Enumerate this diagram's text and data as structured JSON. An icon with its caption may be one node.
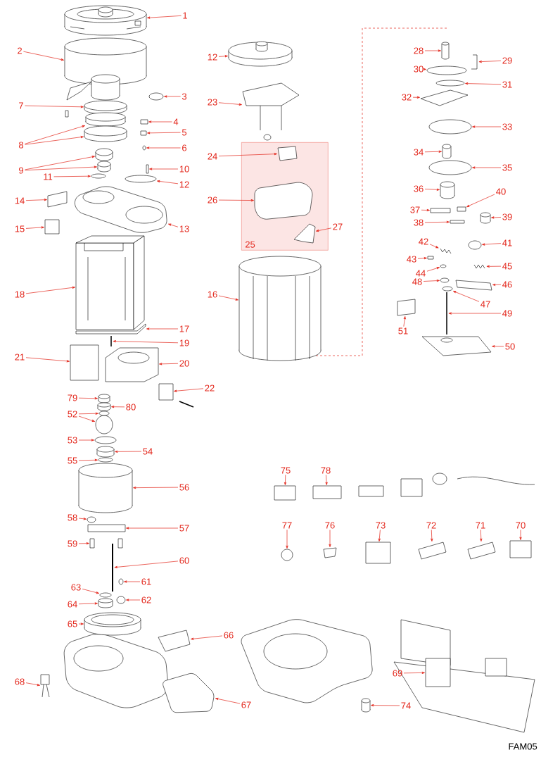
{
  "diagram": {
    "nodes": [
      {
        "text": [
          "1"
        ]
      },
      {
        "text": [
          "2"
        ]
      },
      {
        "text": [
          "3"
        ]
      },
      {
        "text": [
          "7"
        ]
      },
      {
        "text": [
          "4"
        ]
      },
      {
        "text": [
          "5"
        ]
      },
      {
        "text": [
          "8"
        ]
      },
      {
        "text": [
          "6"
        ]
      },
      {
        "text": [
          "9"
        ]
      },
      {
        "text": [
          "10"
        ]
      },
      {
        "text": [
          "11"
        ]
      },
      {
        "text": [
          "12"
        ]
      },
      {
        "text": [
          "14"
        ]
      },
      {
        "text": [
          "15"
        ]
      },
      {
        "text": [
          "13"
        ]
      },
      {
        "text": [
          "18"
        ]
      },
      {
        "text": [
          "17"
        ]
      },
      {
        "text": [
          "19"
        ]
      },
      {
        "text": [
          "21"
        ]
      },
      {
        "text": [
          "20"
        ]
      },
      {
        "text": [
          "22"
        ]
      },
      {
        "text": [
          "79"
        ]
      },
      {
        "text": [
          "80"
        ]
      },
      {
        "text": [
          "52"
        ]
      },
      {
        "text": [
          "53"
        ]
      },
      {
        "text": [
          "55"
        ]
      },
      {
        "text": [
          "54"
        ]
      },
      {
        "text": [
          "56"
        ]
      },
      {
        "text": [
          "58"
        ]
      },
      {
        "text": [
          "57"
        ]
      },
      {
        "text": [
          "59"
        ]
      },
      {
        "text": [
          "60"
        ]
      },
      {
        "text": [
          "61"
        ]
      },
      {
        "text": [
          "63"
        ]
      },
      {
        "text": [
          "62"
        ]
      },
      {
        "text": [
          "64"
        ]
      },
      {
        "text": [
          "65"
        ]
      },
      {
        "text": [
          "66"
        ]
      },
      {
        "text": [
          "68"
        ]
      },
      {
        "text": [
          "67"
        ]
      },
      {
        "text": [
          "12"
        ]
      },
      {
        "text": [
          "23"
        ]
      },
      {
        "text": [
          "25"
        ]
      },
      {
        "text": [
          "24"
        ]
      },
      {
        "text": [
          "26"
        ]
      },
      {
        "text": [
          "27"
        ]
      },
      {
        "text": [
          "16"
        ]
      },
      {
        "text": [
          "28"
        ]
      },
      {
        "text": [
          "29"
        ]
      },
      {
        "text": [
          "30"
        ]
      },
      {
        "text": [
          "31"
        ]
      },
      {
        "text": [
          "32"
        ]
      },
      {
        "text": [
          "33"
        ]
      },
      {
        "text": [
          "34"
        ]
      },
      {
        "text": [
          "35"
        ]
      },
      {
        "text": [
          "36"
        ]
      },
      {
        "text": [
          "40"
        ]
      },
      {
        "text": [
          "37"
        ]
      },
      {
        "text": [
          "39"
        ]
      },
      {
        "text": [
          "38"
        ]
      },
      {
        "text": [
          "42"
        ]
      },
      {
        "text": [
          "41"
        ]
      },
      {
        "text": [
          "43"
        ]
      },
      {
        "text": [
          "45"
        ]
      },
      {
        "text": [
          "44"
        ]
      },
      {
        "text": [
          "48"
        ]
      },
      {
        "text": [
          "46"
        ]
      },
      {
        "text": [
          "47"
        ]
      },
      {
        "text": [
          "49"
        ]
      },
      {
        "text": [
          "51"
        ]
      },
      {
        "text": [
          "50"
        ]
      },
      {
        "text": [
          "75"
        ]
      },
      {
        "text": [
          "78"
        ]
      },
      {
        "text": [
          "77"
        ]
      },
      {
        "text": [
          "76"
        ]
      },
      {
        "text": [
          "73"
        ]
      },
      {
        "text": [
          "72"
        ]
      },
      {
        "text": [
          "71"
        ]
      },
      {
        "text": [
          "70"
        ]
      },
      {
        "text": [
          "69"
        ]
      },
      {
        "text": [
          "74"
        ]
      },
      {
        "text": [],
        "shape": "picture"
      },
      {
        "text": [],
        "shape": "picture"
      },
      {
        "text": [],
        "shape": "circle"
      },
      {
        "text": [],
        "shape": "cylinder"
      },
      {
        "text": [],
        "shape": "box"
      },
      {
        "text": [],
        "shape": "box"
      },
      {
        "text": [],
        "shape": "cylinder"
      },
      {
        "text": [],
        "shape": "cylinder"
      },
      {
        "text": [],
        "shape": "circle"
      },
      {
        "text": [],
        "shape": "cylinder"
      },
      {
        "text": [],
        "shape": "cylinder"
      },
      {
        "text": [],
        "shape": "box"
      },
      {
        "text": [],
        "shape": "circle"
      },
      {
        "text": [],
        "shape": "circle"
      },
      {
        "text": [],
        "shape": "box"
      },
      {
        "text": [],
        "shape": "box"
      },
      {
        "text": [],
        "shape": "picture"
      },
      {
        "text": [],
        "shape": "picture"
      },
      {
        "text": [],
        "shape": "box"
      },
      {
        "text": [],
        "shape": "bar"
      },
      {
        "text": [],
        "shape": "box"
      },
      {
        "text": [],
        "shape": "picture"
      },
      {
        "text": [],
        "shape": "box"
      },
      {
        "text": [],
        "shape": "cylinder"
      },
      {
        "text": [],
        "shape": "cylinder"
      },
      {
        "text": [],
        "shape": "circle"
      },
      {
        "text": [],
        "shape": "circle"
      },
      {
        "text": [],
        "shape": "circle"
      },
      {
        "text": [],
        "shape": "circle"
      },
      {
        "text": [],
        "shape": "cylinder"
      },
      {
        "text": [],
        "shape": "cylinder"
      },
      {
        "text": [],
        "shape": "circle"
      },
      {
        "text": [],
        "shape": "box"
      },
      {
        "text": [],
        "shape": "box"
      },
      {
        "text": [],
        "shape": "bar"
      },
      {
        "text": [],
        "shape": "circle"
      },
      {
        "text": [],
        "shape": "circle"
      },
      {
        "text": [],
        "shape": "circle"
      },
      {
        "text": [],
        "shape": "cylinder"
      },
      {
        "text": [],
        "shape": "picture"
      },
      {
        "text": [],
        "shape": "box"
      },
      {
        "text": [],
        "shape": "picture"
      },
      {
        "text": [],
        "shape": "box"
      },
      {
        "text": [],
        "shape": "picture"
      },
      {
        "text": [],
        "shape": "picture"
      },
      {
        "text": [],
        "shape": "box",
        "in": 42
      },
      {
        "text": [],
        "shape": "box",
        "in": 42
      },
      {
        "text": [],
        "shape": "box",
        "in": 42
      },
      {
        "text": [],
        "shape": "picture"
      },
      {
        "text": [],
        "shape": "cylinder"
      },
      {
        "text": [],
        "shape": "picture"
      },
      {
        "text": [],
        "shape": "circle"
      },
      {
        "text": [],
        "shape": "circle"
      },
      {
        "text": [],
        "shape": "box"
      },
      {
        "text": [],
        "shape": "circle"
      },
      {
        "text": [],
        "shape": "cylinder"
      },
      {
        "text": [],
        "shape": "circle"
      },
      {
        "text": [],
        "shape": "cylinder"
      },
      {
        "text": [],
        "shape": "box"
      },
      {
        "text": [],
        "shape": "box"
      },
      {
        "text": [],
        "shape": "cylinder"
      },
      {
        "text": [],
        "shape": "box"
      },
      {
        "text": [],
        "shape": "picture"
      },
      {
        "text": [],
        "shape": "circle"
      },
      {
        "text": [],
        "shape": "box"
      },
      {
        "text": [],
        "shape": "picture"
      },
      {
        "text": [],
        "shape": "circle"
      },
      {
        "text": [],
        "shape": "circle"
      },
      {
        "text": [],
        "shape": "box"
      },
      {
        "text": [],
        "shape": "circle"
      },
      {
        "text": [],
        "shape": "bar"
      },
      {
        "text": [],
        "shape": "box"
      },
      {
        "text": [],
        "shape": "picture"
      },
      {
        "text": [],
        "shape": "box"
      },
      {
        "text": [],
        "shape": "box"
      },
      {
        "text": [],
        "shape": "circle"
      },
      {
        "text": [],
        "shape": "box"
      },
      {
        "text": [],
        "shape": "box"
      },
      {
        "text": [],
        "shape": "box"
      },
      {
        "text": [],
        "shape": "box"
      },
      {
        "text": [],
        "shape": "box"
      },
      {
        "text": [],
        "shape": "box"
      },
      {
        "text": [],
        "shape": "cylinder"
      }
    ],
    "edges": [
      {
        "from": 0,
        "to": 81,
        "arrow": "to"
      },
      {
        "from": 1,
        "to": 82,
        "arrow": "to"
      },
      {
        "from": 2,
        "to": 83,
        "arrow": "to"
      },
      {
        "from": 3,
        "to": 84,
        "arrow": "to"
      },
      {
        "from": 4,
        "to": 85,
        "arrow": "to"
      },
      {
        "from": 5,
        "to": 86,
        "arrow": "to"
      },
      {
        "from": 6,
        "to": 87,
        "arrow": "to"
      },
      {
        "from": 6,
        "to": 88,
        "arrow": "to"
      },
      {
        "from": 7,
        "to": 89,
        "arrow": "to"
      },
      {
        "from": 8,
        "to": 90,
        "arrow": "to"
      },
      {
        "from": 8,
        "to": 91,
        "arrow": "to"
      },
      {
        "from": 9,
        "to": 92,
        "arrow": "to"
      },
      {
        "from": 10,
        "to": 93,
        "arrow": "to"
      },
      {
        "from": 11,
        "to": 94,
        "arrow": "to"
      },
      {
        "from": 12,
        "to": 95,
        "arrow": "to"
      },
      {
        "from": 13,
        "to": 96,
        "arrow": "to"
      },
      {
        "from": 14,
        "to": 97,
        "arrow": "to"
      },
      {
        "from": 15,
        "to": 98,
        "arrow": "to"
      },
      {
        "from": 16,
        "to": 99,
        "arrow": "to"
      },
      {
        "from": 17,
        "to": 100,
        "arrow": "to"
      },
      {
        "from": 18,
        "to": 101,
        "arrow": "to"
      },
      {
        "from": 19,
        "to": 102,
        "arrow": "to"
      },
      {
        "from": 20,
        "to": 103,
        "arrow": "to"
      },
      {
        "from": 21,
        "to": 104,
        "arrow": "to"
      },
      {
        "from": 22,
        "to": 105,
        "arrow": "to"
      },
      {
        "from": 23,
        "to": 106,
        "arrow": "to"
      },
      {
        "from": 23,
        "to": 107,
        "arrow": "to"
      },
      {
        "from": 24,
        "to": 108,
        "arrow": "to"
      },
      {
        "from": 25,
        "to": 109,
        "arrow": "to"
      },
      {
        "from": 26,
        "to": 110,
        "arrow": "to"
      },
      {
        "from": 27,
        "to": 111,
        "arrow": "to"
      },
      {
        "from": 28,
        "to": 112,
        "arrow": "to"
      },
      {
        "from": 29,
        "to": 113,
        "arrow": "to"
      },
      {
        "from": 30,
        "to": 114,
        "arrow": "to"
      },
      {
        "from": 31,
        "to": 115,
        "arrow": "to"
      },
      {
        "from": 32,
        "to": 116,
        "arrow": "to"
      },
      {
        "from": 33,
        "to": 117,
        "arrow": "to"
      },
      {
        "from": 34,
        "to": 118,
        "arrow": "to"
      },
      {
        "from": 35,
        "to": 119,
        "arrow": "to"
      },
      {
        "from": 36,
        "to": 120,
        "arrow": "to"
      },
      {
        "from": 37,
        "to": 121,
        "arrow": "to"
      },
      {
        "from": 38,
        "to": 122,
        "arrow": "to"
      },
      {
        "from": 39,
        "to": 123,
        "arrow": "to"
      },
      {
        "from": 40,
        "to": 124,
        "arrow": "to"
      },
      {
        "from": 41,
        "to": 125,
        "arrow": "to"
      },
      {
        "from": 43,
        "to": 126,
        "arrow": "to"
      },
      {
        "from": 44,
        "to": 127,
        "arrow": "to"
      },
      {
        "from": 45,
        "to": 128,
        "arrow": "to"
      },
      {
        "from": 46,
        "to": 129,
        "arrow": "to"
      },
      {
        "from": 47,
        "to": 130,
        "arrow": "to"
      },
      {
        "from": 48,
        "to": 131,
        "arrow": "to"
      },
      {
        "from": 49,
        "to": 132,
        "arrow": "to"
      },
      {
        "from": 50,
        "to": 133,
        "arrow": "to"
      },
      {
        "from": 51,
        "to": 134,
        "arrow": "to"
      },
      {
        "from": 52,
        "to": 135,
        "arrow": "to"
      },
      {
        "from": 53,
        "to": 136,
        "arrow": "to"
      },
      {
        "from": 54,
        "to": 137,
        "arrow": "to"
      },
      {
        "from": 55,
        "to": 138,
        "arrow": "to"
      },
      {
        "from": 56,
        "to": 139,
        "arrow": "to"
      },
      {
        "from": 57,
        "to": 140,
        "arrow": "to"
      },
      {
        "from": 58,
        "to": 141,
        "arrow": "to"
      },
      {
        "from": 59,
        "to": 142,
        "arrow": "to"
      },
      {
        "from": 60,
        "to": 143,
        "arrow": "to"
      },
      {
        "from": 61,
        "to": 144,
        "arrow": "to"
      },
      {
        "from": 62,
        "to": 145,
        "arrow": "to"
      },
      {
        "from": 63,
        "to": 146,
        "arrow": "to"
      },
      {
        "from": 64,
        "to": 147,
        "arrow": "to"
      },
      {
        "from": 65,
        "to": 148,
        "arrow": "to"
      },
      {
        "from": 66,
        "to": 149,
        "arrow": "to"
      },
      {
        "from": 67,
        "to": 150,
        "arrow": "to"
      },
      {
        "from": 68,
        "to": 151,
        "arrow": "to"
      },
      {
        "from": 69,
        "to": 152,
        "arrow": "to"
      },
      {
        "from": 70,
        "to": 153,
        "arrow": "to"
      },
      {
        "from": 71,
        "to": 154,
        "arrow": "to"
      },
      {
        "from": 72,
        "to": 155,
        "arrow": "to"
      },
      {
        "from": 73,
        "to": 156,
        "arrow": "to"
      },
      {
        "from": 74,
        "to": 157,
        "arrow": "to"
      },
      {
        "from": 75,
        "to": 158,
        "arrow": "to"
      },
      {
        "from": 76,
        "to": 159,
        "arrow": "to"
      },
      {
        "from": 77,
        "to": 160,
        "arrow": "to"
      },
      {
        "from": 78,
        "to": 161,
        "arrow": "to"
      },
      {
        "from": 79,
        "to": 162,
        "arrow": "to"
      },
      {
        "from": 80,
        "to": 163,
        "arrow": "to"
      }
    ],
    "labels": [
      "FAM05"
    ]
  }
}
